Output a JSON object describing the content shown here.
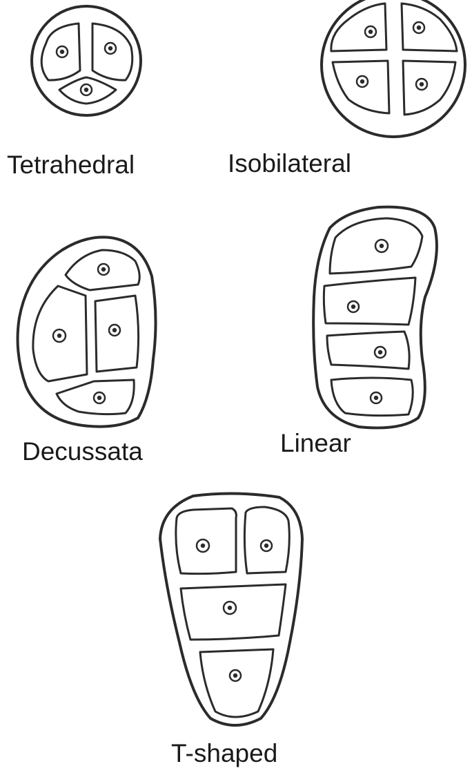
{
  "tetrads": [
    {
      "key": "tetrahedral",
      "label": "Tetrahedral"
    },
    {
      "key": "isobilateral",
      "label": "Isobilateral"
    },
    {
      "key": "decussate",
      "label": "Decussata"
    },
    {
      "key": "linear",
      "label": "Linear"
    },
    {
      "key": "t_shaped",
      "label": "T-shaped"
    }
  ],
  "colors": {
    "line": "#2b2b2b",
    "background": "#ffffff"
  }
}
